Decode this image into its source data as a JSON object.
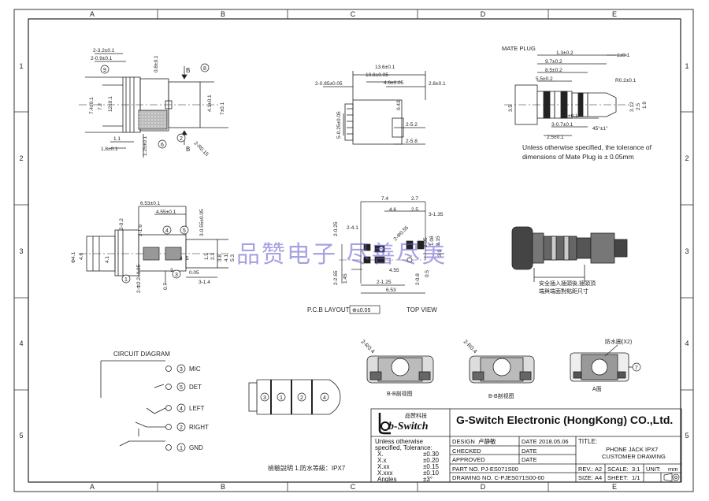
{
  "frame": {
    "col_labels": [
      "A",
      "B",
      "C",
      "D",
      "E"
    ],
    "row_labels": [
      "1",
      "2",
      "3",
      "4",
      "5"
    ]
  },
  "watermark": "品赞电子 尽善尽美",
  "views": {
    "top_left": {
      "dims": [
        "2-3.2±0.1",
        "2-0.9±0.1",
        "0.8±0.1",
        "7.4±0.1",
        "7.2",
        "12±0.1",
        "4.1±0.1",
        "7±0.1",
        "1.1",
        "1.8±0.1",
        "1.25±0.1",
        "2-R0.15"
      ],
      "balloons": [
        "9",
        "8",
        "6",
        "2"
      ],
      "section_marks": [
        "B",
        "B"
      ]
    },
    "top_center": {
      "dims": [
        "13.6±0.1",
        "10.8±0.05",
        "4.6±0.05",
        "2.8±0.1",
        "2-0.85±0.05",
        "5-0.25±0.05",
        "0.43",
        "2-5.2",
        "2-5.8"
      ]
    },
    "mate_plug": {
      "title": "MATE PLUG",
      "dims": [
        "1.3±0.2",
        "1±0.1",
        "9.7±0.2",
        "8.5±0.2",
        "5.5±0.2",
        "R0.2±0.1",
        "3.5",
        "3.12",
        "2.5",
        "1.9",
        "0.4±0.1",
        "3-0.7±0.1",
        "2.5±0.1",
        "45°±1°"
      ],
      "note_line1": "Unless otherwise specified, the tolerance of",
      "note_line2": "dimensions of Mate Plug is ± 0.05mm"
    },
    "mid_left": {
      "dims": [
        "6.53±0.1",
        "4.55±0.1",
        "2-0.2",
        "2-1.6",
        "3-0.55±0.05",
        "4",
        "5",
        "1.5",
        "2.3",
        "3.8",
        "4.1",
        "5.3",
        "0.05",
        "3-1.4",
        "2-Φ2.2±0.05",
        "0.7",
        "Φ4.1",
        "4.6",
        "4.1",
        "3"
      ],
      "balloons": [
        "4",
        "5",
        "1",
        "3"
      ]
    },
    "pcb_layout": {
      "dims": [
        "7.4",
        "2.7",
        "4.6",
        "2.5",
        "3-1.35",
        "2-0.25",
        "2-4.1",
        "2-Φ0.55",
        "3.05",
        "1.08",
        "2.15",
        "3.9",
        "2-2.65",
        "1.45",
        "4.55",
        "2-1.25",
        "6.53",
        "2-0.8",
        "0.5"
      ],
      "caption": "P.C.B LAYOUT",
      "tolerance": "⊕±0.05",
      "view": "TOP VIEW"
    },
    "side_view": {
      "note_line1": "安全插入插頭後,插頭頂",
      "note_line2": "端與端面對點距尺寸"
    },
    "sections": {
      "left_dim": "2-R0.4",
      "left_caption": "B-B剖视图",
      "mid_dim": "2-R0.4",
      "mid_caption": "B-B剖视图",
      "right_label": "防水圈(X2)",
      "right_balloon": "7",
      "right_caption": "A面"
    }
  },
  "circuit": {
    "title": "CIRCUIT DIAGRAM",
    "pins": [
      {
        "num": "3",
        "label": "MIC"
      },
      {
        "num": "5",
        "label": "DET"
      },
      {
        "num": "4",
        "label": "LEFT"
      },
      {
        "num": "2",
        "label": "RIGHT"
      },
      {
        "num": "1",
        "label": "GND"
      }
    ]
  },
  "plug_drawing": {
    "balloons": [
      "3",
      "1",
      "2",
      "4"
    ],
    "note": "檢驗說明 1.防水等級：IPX7"
  },
  "title_block": {
    "logo_cn": "品赞科技",
    "logo_text": "b-Switch",
    "company": "G-Switch Electronic (HongKong) CO.,Ltd.",
    "tolerance_intro_1": "Unless otherwise",
    "tolerance_intro_2": "specified, Tolerance:",
    "tolerances": [
      {
        "label": "X.",
        "value": "±0.30"
      },
      {
        "label": "X.x",
        "value": "±0.20"
      },
      {
        "label": "X.xx",
        "value": "±0.15"
      },
      {
        "label": "X.xxx",
        "value": "±0.10"
      },
      {
        "label": "Angles",
        "value": "±3°"
      }
    ],
    "design_label": "DESIGN",
    "design_value": "卢静敏",
    "date_label": "DATE",
    "date_value": "2018.05.06",
    "checked_label": "CHECKED",
    "approved_label": "APPROVED",
    "part_no": "PART NO. PJ-ES071S00",
    "drawing_no": "DRAWING NO. C-PJES071S00-00",
    "title_label": "TITLE:",
    "title_line1": "PHONE JACK IPX7",
    "title_line2": "CUSTOMER DRAWING",
    "rev_label": "REV.:",
    "rev_value": "A2",
    "scale_label": "SCALE:",
    "scale_value": "3:1",
    "unit_label": "UNIT:",
    "unit_value": "mm",
    "size_label": "SIZE:",
    "size_value": "A4",
    "sheet_label": "SHEET:",
    "sheet_value": "1/1"
  }
}
